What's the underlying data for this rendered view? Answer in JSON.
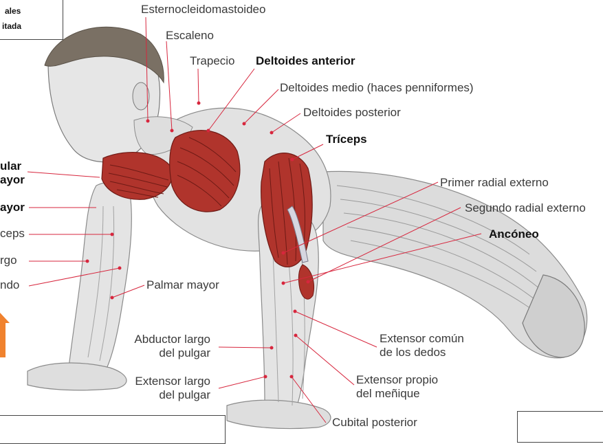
{
  "colors": {
    "leader": "#d7263d",
    "skin": "#e4e4e4",
    "muscle_red": "#b0342c",
    "muscle_dark": "#6e1a15",
    "hair": "#7a7064",
    "orange_arrow": "#f0822e"
  },
  "legend_box": {
    "line1": "ales",
    "line2": "itada"
  },
  "labels": {
    "esternocleidomastoideo": "Esternocleidomastoideo",
    "escaleno": "Escaleno",
    "trapecio": "Trapecio",
    "deltoides_anterior": "Deltoides anterior",
    "deltoides_medio": "Deltoides medio (haces penniformes)",
    "deltoides_posterior": "Deltoides posterior",
    "triceps": "Tríceps",
    "primer_radial": "Primer radial externo",
    "segundo_radial": "Segundo radial externo",
    "anconeo": "Ancóneo",
    "palmar_mayor": "Palmar mayor",
    "extensor_comun": [
      "Extensor común",
      "de los dedos"
    ],
    "extensor_propio": [
      "Extensor propio",
      "del meñique"
    ],
    "abductor_largo": [
      "Abductor largo",
      "del pulgar"
    ],
    "extensor_largo": [
      "Extensor largo",
      "del pulgar"
    ],
    "cubital_posterior": "Cubital posterior",
    "left_clavicular": [
      "ular",
      "ayor"
    ],
    "left_pectoral": "ayor",
    "left_biceps": "ceps",
    "left_supinador": "rgo",
    "left_segundo": "ndo"
  }
}
